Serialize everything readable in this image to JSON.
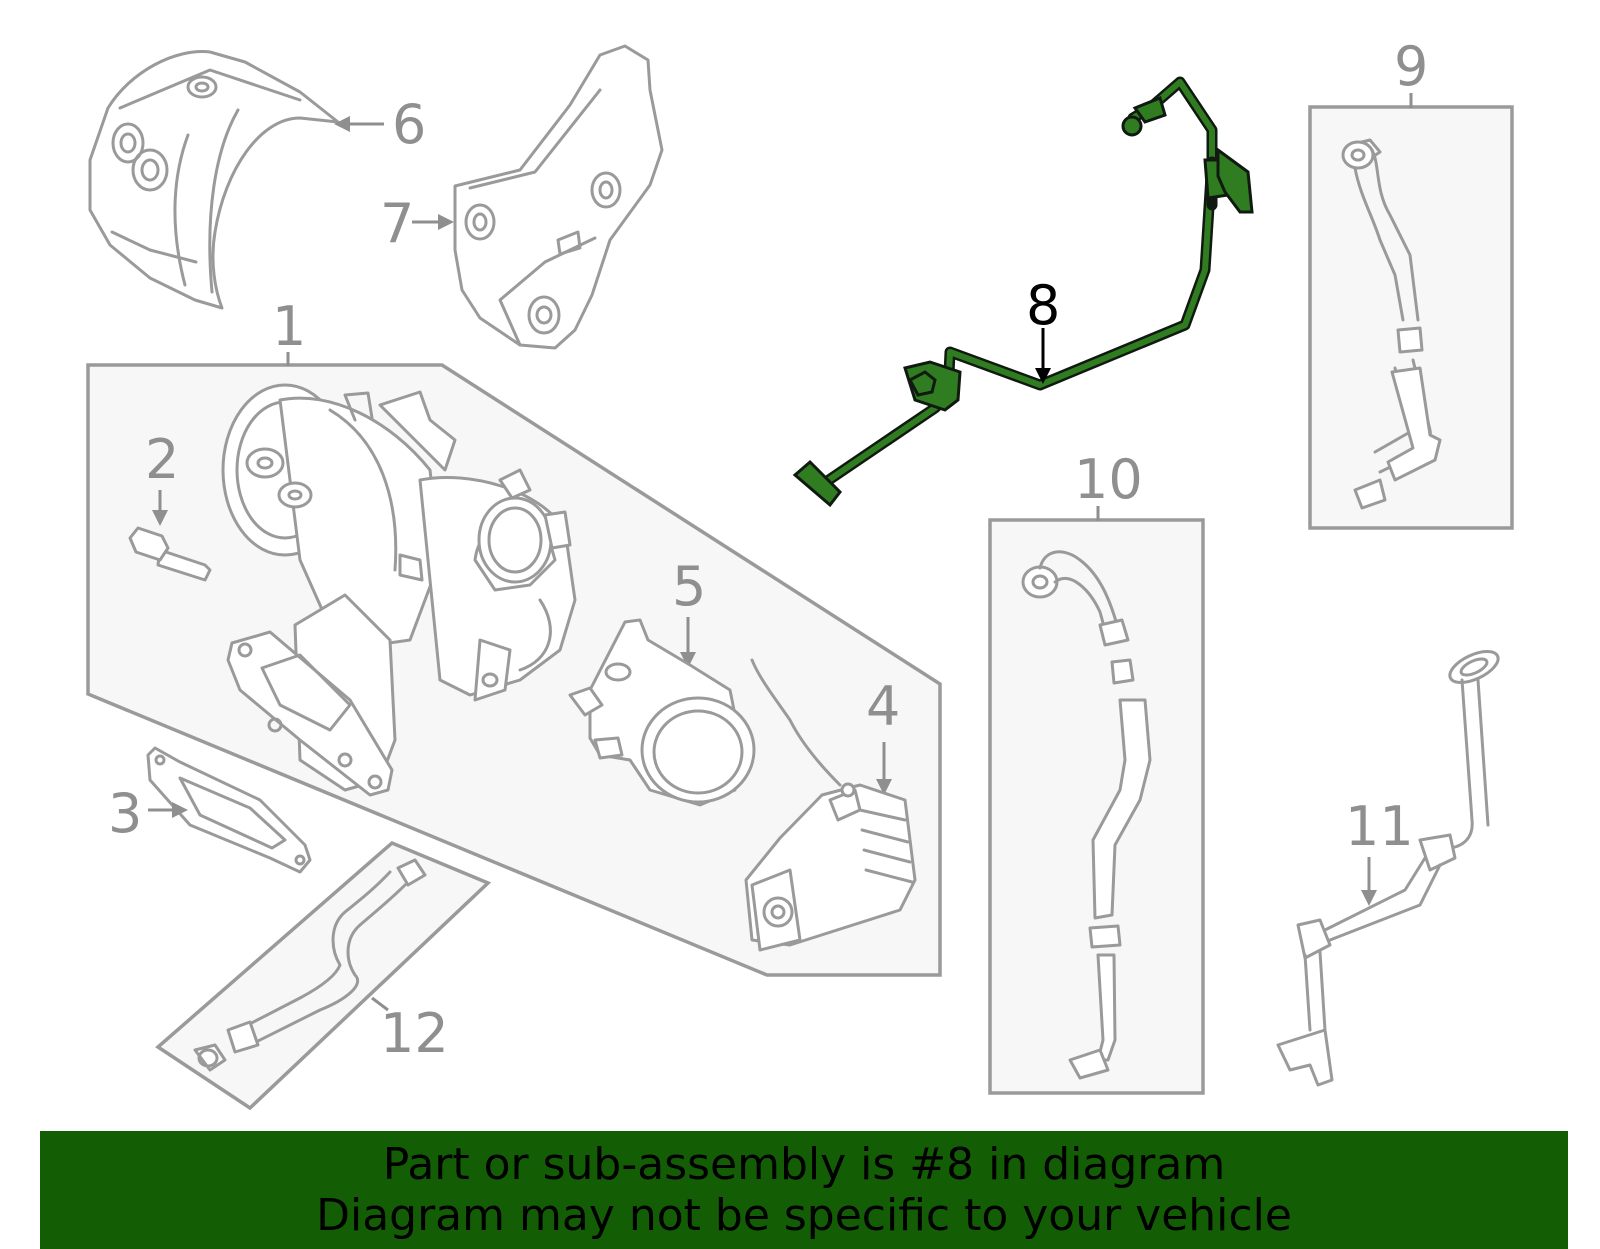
{
  "diagram": {
    "callouts": {
      "c1": "1",
      "c2": "2",
      "c3": "3",
      "c4": "4",
      "c5": "5",
      "c6": "6",
      "c7": "7",
      "c8": "8",
      "c9": "9",
      "c10": "10",
      "c11": "11",
      "c12": "12"
    },
    "highlighted_part": "8",
    "highlight_color": "#2f7d20"
  },
  "banner": {
    "line1": "Part or sub-assembly is #8 in diagram",
    "line2": "Diagram may not be specific to your vehicle",
    "background_color": "#135e05"
  }
}
